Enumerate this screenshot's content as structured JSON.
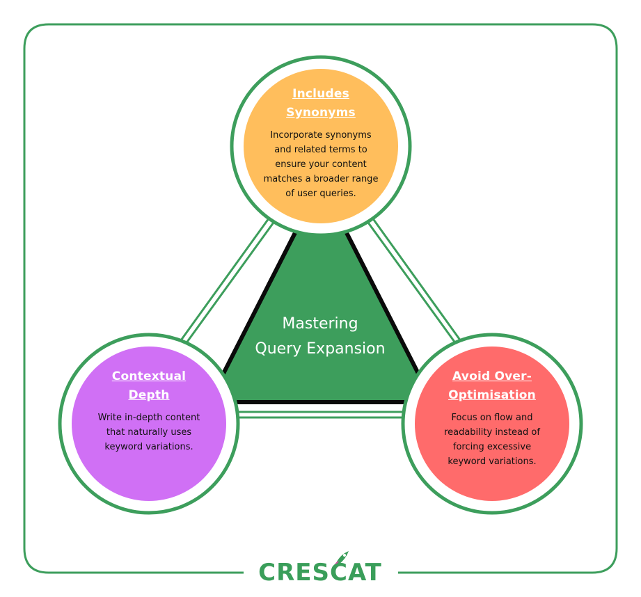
{
  "center": {
    "line1": "Mastering",
    "line2": "Query Expansion"
  },
  "nodes": [
    {
      "id": "top",
      "title_line1": "Includes",
      "title_line2": "Synonyms",
      "body": [
        "Incorporate synonyms",
        "and related terms to",
        "ensure your content",
        "matches a broader range",
        "of user queries."
      ],
      "color": "#ffbe5c"
    },
    {
      "id": "left",
      "title_line1": "Contextual",
      "title_line2": "Depth",
      "body": [
        "Write in-depth content",
        "that naturally uses",
        "keyword variations."
      ],
      "color": "#d070f5"
    },
    {
      "id": "right",
      "title_line1": "Avoid Over-",
      "title_line2": "Optimisation",
      "body": [
        "Focus on flow and",
        "readability instead of",
        "forcing excessive",
        "keyword variations."
      ],
      "color": "#ff6b6b"
    }
  ],
  "colors": {
    "green": "#3d9e5c",
    "frame": "#3d9e5c",
    "outline": "#0a0a0a"
  },
  "logo": {
    "text": "CRESCAT",
    "icon": "rocket-icon"
  }
}
